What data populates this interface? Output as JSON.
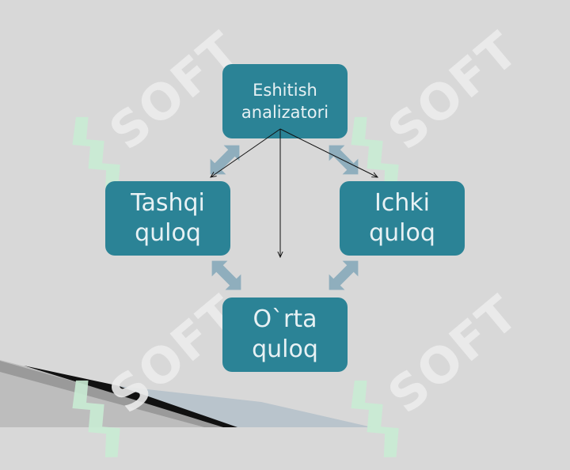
{
  "diagram": {
    "nodes": {
      "top": {
        "line1": "Eshitish",
        "line2": "analizatori"
      },
      "left": {
        "line1": "Tashqi",
        "line2": "quloq"
      },
      "right": {
        "line1": "Ichki",
        "line2": "quloq"
      },
      "bottom": {
        "line1": "O`rta",
        "line2": "quloq"
      }
    },
    "node_color": "#2b8396",
    "connector_color": "#8faebd"
  },
  "watermark": {
    "text": "SOFT",
    "logo_icon": "green-s-logo-icon"
  }
}
